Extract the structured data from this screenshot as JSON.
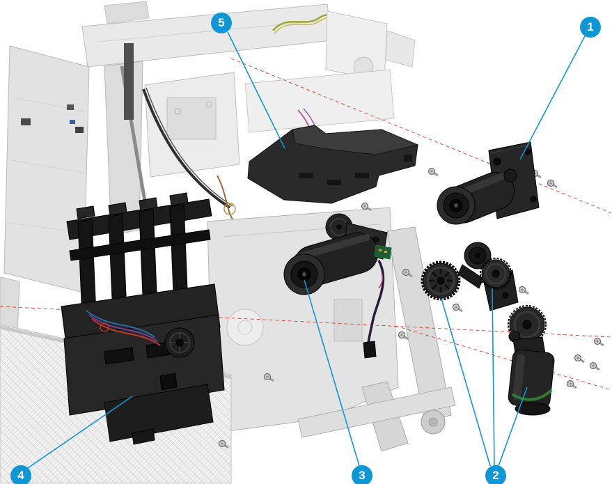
{
  "figure": {
    "type": "exploded-parts-diagram",
    "callouts": [
      {
        "label": "1"
      },
      {
        "label": "2"
      },
      {
        "label": "3"
      },
      {
        "label": "4"
      },
      {
        "label": "5"
      }
    ],
    "colors": {
      "callout_fill": "#0e96d5",
      "callout_text": "#ffffff",
      "leader_line": "#0e96d5",
      "guide_line": "#e0331f",
      "part_dark": "#202020",
      "chassis_gray": "#d9d9d9",
      "background": "#ffffff"
    }
  }
}
